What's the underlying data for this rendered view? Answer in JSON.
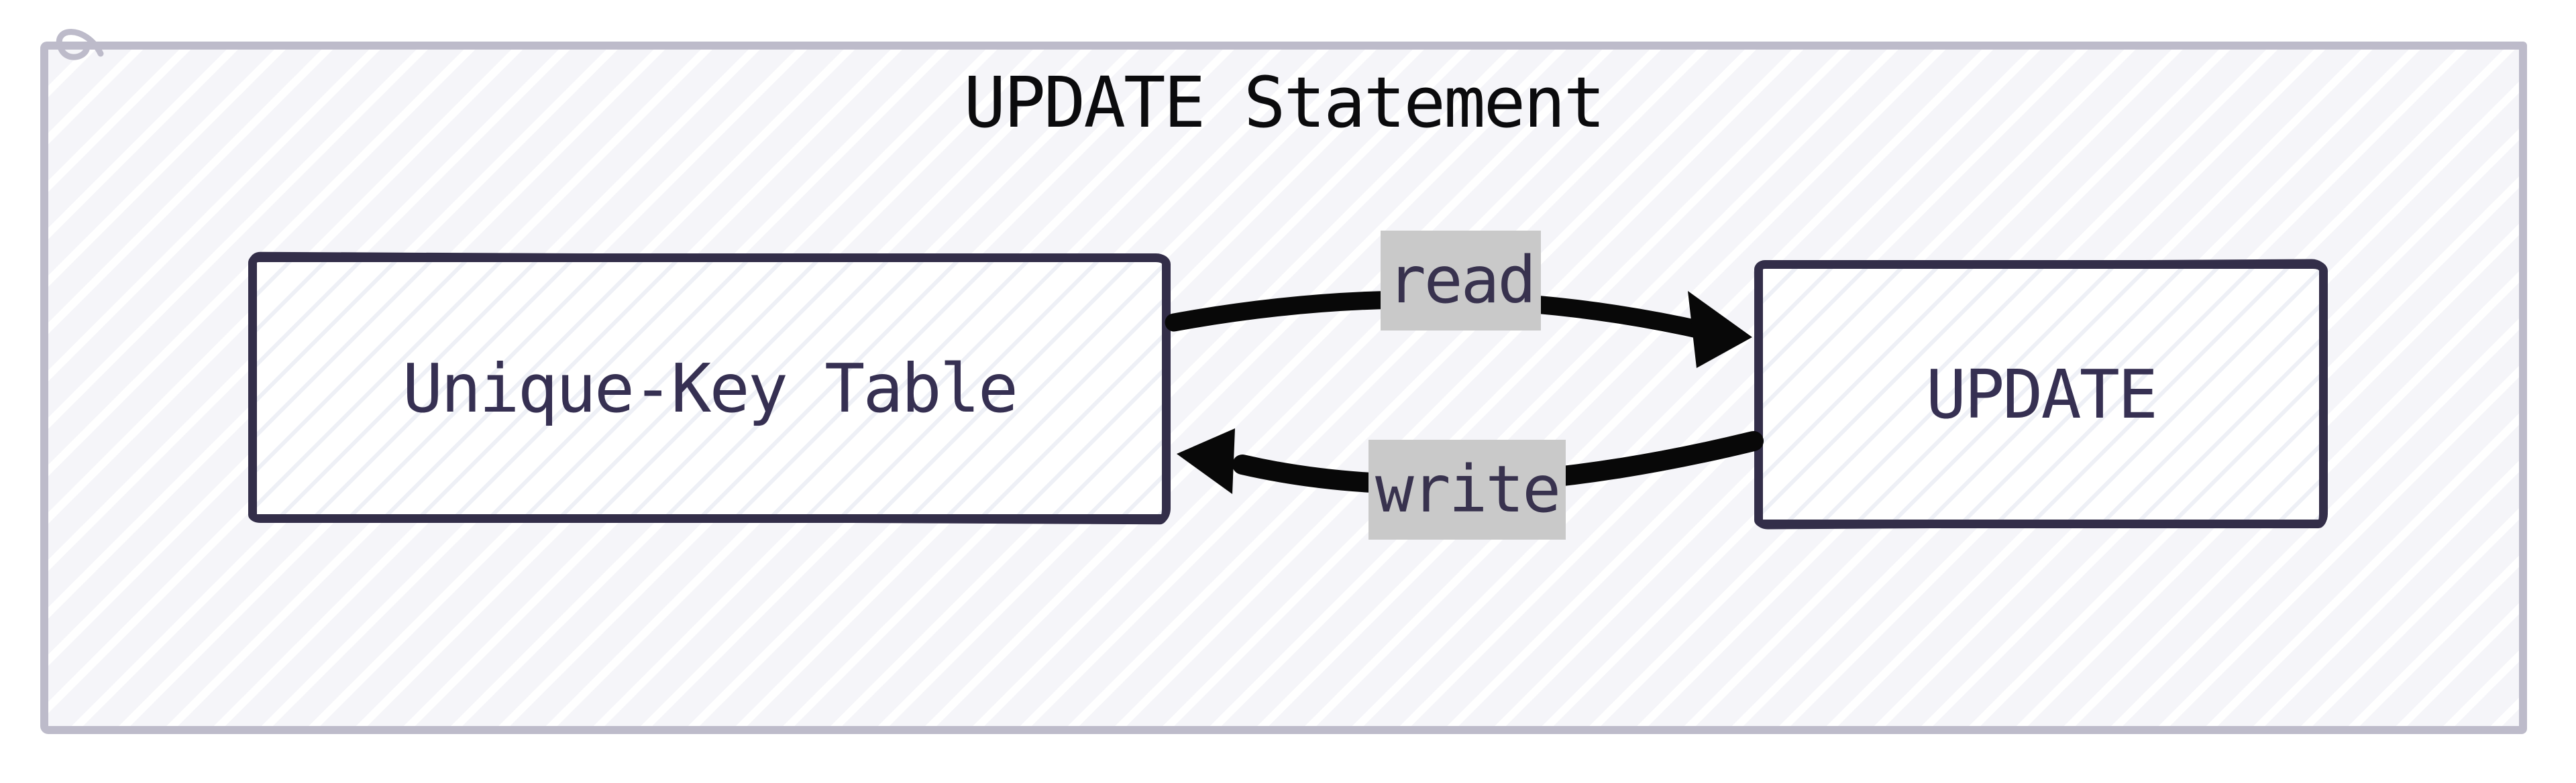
{
  "diagram": {
    "title": "UPDATE Statement",
    "style": "hand-drawn sketch",
    "nodes": [
      {
        "id": "unique-key-table",
        "label": "Unique-Key Table"
      },
      {
        "id": "update",
        "label": "UPDATE"
      }
    ],
    "edges": [
      {
        "from": "unique-key-table",
        "to": "update",
        "label": "read",
        "direction": "left-to-right"
      },
      {
        "from": "update",
        "to": "unique-key-table",
        "label": "write",
        "direction": "right-to-left"
      }
    ],
    "colors": {
      "canvas_background": "#ffffff",
      "frame_border": "#bdbbca",
      "hatch_stripe": "#f5f5f9",
      "node_border": "#332e49",
      "node_text": "#363052",
      "title_text": "#0b0b0d",
      "arrow": "#080808",
      "edge_label_background": "#c9c9c9",
      "edge_label_text": "#38324e"
    }
  }
}
